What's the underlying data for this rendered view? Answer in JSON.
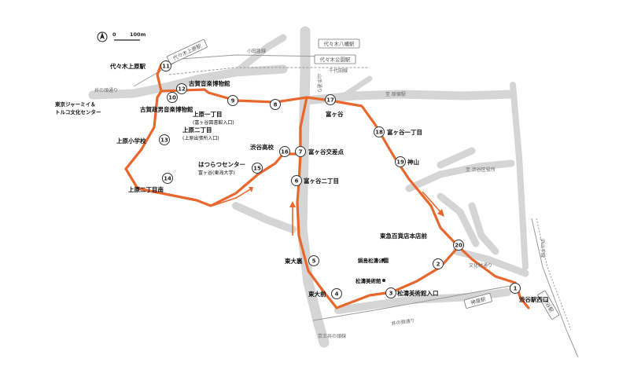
{
  "map": {
    "scale_label": "100m",
    "scale_zero": "0",
    "north_label": "N",
    "route_color": "#e8672d",
    "road_color": "#d5d5d5",
    "stops": [
      {
        "num": "1",
        "label": "渋谷駅西口",
        "sub": ""
      },
      {
        "num": "2",
        "label": "",
        "sub": ""
      },
      {
        "num": "3",
        "label": "松濤美術館入口",
        "sub": ""
      },
      {
        "num": "4",
        "label": "東大前",
        "sub": ""
      },
      {
        "num": "5",
        "label": "東大裏",
        "sub": ""
      },
      {
        "num": "6",
        "label": "富ヶ谷二丁目",
        "sub": ""
      },
      {
        "num": "7",
        "label": "富ヶ谷交差点",
        "sub": ""
      },
      {
        "num": "8",
        "label": "上原一丁目",
        "sub": "(富ヶ谷図書館入口)"
      },
      {
        "num": "9",
        "label": "上原二丁目",
        "sub": "(上原出張所入口)"
      },
      {
        "num": "10",
        "label": "古賀政男音楽博物館",
        "sub": ""
      },
      {
        "num": "11",
        "label": "代々木上原駅",
        "sub": ""
      },
      {
        "num": "12",
        "label": "古賀音楽博物館",
        "sub": ""
      },
      {
        "num": "13",
        "label": "上原小学校",
        "sub": ""
      },
      {
        "num": "14",
        "label": "上原二丁目南",
        "sub": ""
      },
      {
        "num": "15",
        "label": "はつらつセンター",
        "sub": "富ヶ谷(東海大学)"
      },
      {
        "num": "16",
        "label": "渋谷高校",
        "sub": ""
      },
      {
        "num": "17",
        "label": "富ヶ谷",
        "sub": ""
      },
      {
        "num": "18",
        "label": "富ヶ谷一丁目",
        "sub": ""
      },
      {
        "num": "19",
        "label": "神山",
        "sub": ""
      },
      {
        "num": "20",
        "label": "東急百貨店本店前",
        "sub": ""
      }
    ],
    "places": [
      {
        "label": "東京ジャーミイ＆"
      },
      {
        "label": "トルコ文化センター"
      },
      {
        "label": "鍋島松濤公園"
      },
      {
        "label": "松濤美術館"
      }
    ],
    "streets": [
      {
        "label": "井の頭通り"
      },
      {
        "label": "小田急線"
      },
      {
        "label": "千代田線"
      },
      {
        "label": "山手通り"
      },
      {
        "label": "至 原宿駅"
      },
      {
        "label": "至 渋谷区役所"
      },
      {
        "label": "文化村通り"
      },
      {
        "label": "井の頭通り"
      },
      {
        "label": "京王井の頭線"
      },
      {
        "label": "JR山手線"
      }
    ],
    "stations": [
      {
        "label": "代々木八幡駅"
      },
      {
        "label": "代々木公園駅"
      },
      {
        "label": "代々木上原駅"
      },
      {
        "label": "神泉駅"
      },
      {
        "label": "渋谷駅"
      }
    ]
  }
}
